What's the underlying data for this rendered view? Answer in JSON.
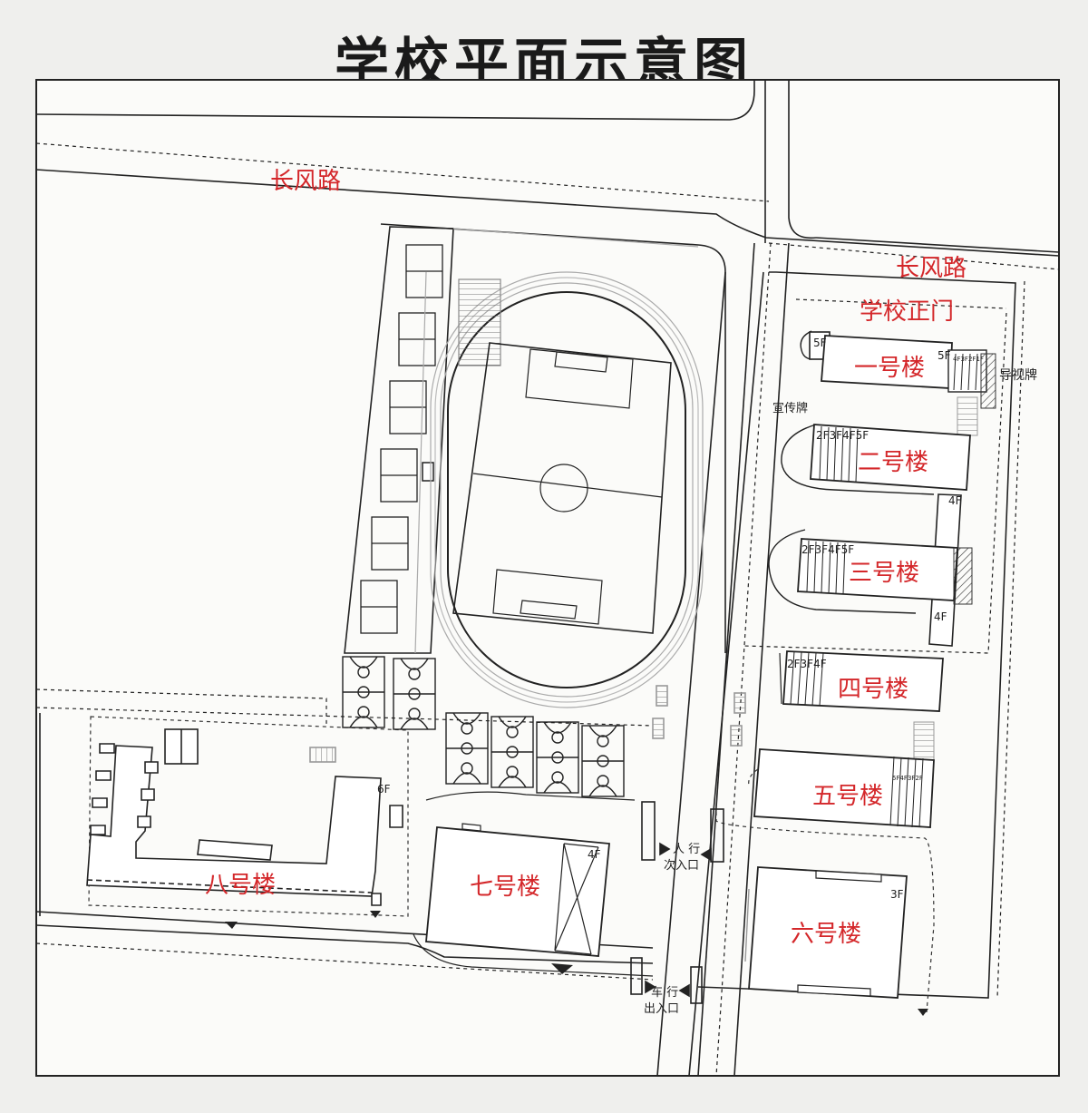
{
  "title": "学校平面示意图",
  "colors": {
    "label_red": "#d4272a",
    "line": "#222222",
    "paper": "#fbfbf9"
  },
  "roads": {
    "north": "长风路",
    "east": "长风路"
  },
  "gate": {
    "main": "学校正门"
  },
  "signs": {
    "guide": "导视牌",
    "publicity": "宣传牌"
  },
  "entrances": {
    "pedestrian_line1": "人  行",
    "pedestrian_line2": "次入口",
    "vehicle_line1": "车  行",
    "vehicle_line2": "出入口"
  },
  "buildings": {
    "b1": {
      "name": "一号楼",
      "floors_main": "5F",
      "floors_side": "5F",
      "stairs": "4F3F2F1F"
    },
    "b2": {
      "name": "二号楼",
      "floors": "2F3F4F5F",
      "connector": "4F"
    },
    "b3": {
      "name": "三号楼",
      "floors": "2F3F4F5F",
      "connector": "4F"
    },
    "b4": {
      "name": "四号楼",
      "floors": "2F3F4F"
    },
    "b5": {
      "name": "五号楼",
      "floors": "5F4F3F2F"
    },
    "b6": {
      "name": "六号楼",
      "floors": "3F"
    },
    "b7": {
      "name": "七号楼",
      "floors": "4F"
    },
    "b8": {
      "name": "八号楼",
      "floors": "6F"
    }
  }
}
